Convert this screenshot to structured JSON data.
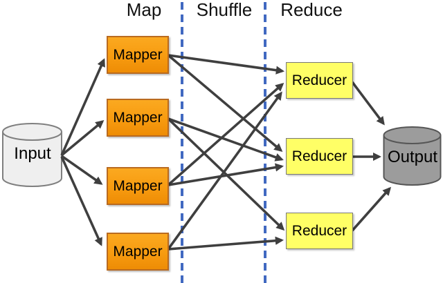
{
  "headers": {
    "map": "Map",
    "shuffle": "Shuffle",
    "reduce": "Reduce"
  },
  "nodes": {
    "input": {
      "label": "Input",
      "shape": "cylinder",
      "fill": "#efefef"
    },
    "mappers": [
      {
        "label": "Mapper"
      },
      {
        "label": "Mapper"
      },
      {
        "label": "Mapper"
      },
      {
        "label": "Mapper"
      }
    ],
    "reducers": [
      {
        "label": "Reducer"
      },
      {
        "label": "Reducer"
      },
      {
        "label": "Reducer"
      }
    ],
    "output": {
      "label": "Output",
      "shape": "cylinder",
      "fill": "#9c9c9c"
    }
  },
  "connections": [
    {
      "from": "input",
      "to": "mapper-1"
    },
    {
      "from": "input",
      "to": "mapper-2"
    },
    {
      "from": "input",
      "to": "mapper-3"
    },
    {
      "from": "input",
      "to": "mapper-4"
    },
    {
      "from": "mapper-1",
      "to": "reducer-1"
    },
    {
      "from": "mapper-1",
      "to": "reducer-2"
    },
    {
      "from": "mapper-2",
      "to": "reducer-2"
    },
    {
      "from": "mapper-2",
      "to": "reducer-3"
    },
    {
      "from": "mapper-3",
      "to": "reducer-1"
    },
    {
      "from": "mapper-3",
      "to": "reducer-2"
    },
    {
      "from": "mapper-4",
      "to": "reducer-1"
    },
    {
      "from": "mapper-4",
      "to": "reducer-3"
    },
    {
      "from": "reducer-1",
      "to": "output"
    },
    {
      "from": "reducer-2",
      "to": "output"
    },
    {
      "from": "reducer-3",
      "to": "output"
    }
  ],
  "colors": {
    "arrow": "#3f3f3f",
    "divider_blue": "#4169c1",
    "mapper_fill": "#f79b10",
    "mapper_border": "#b96a1f",
    "reducer_fill": "#ffff66",
    "reducer_border": "#777777",
    "input_fill": "#efefef",
    "output_fill": "#9c9c9c"
  }
}
